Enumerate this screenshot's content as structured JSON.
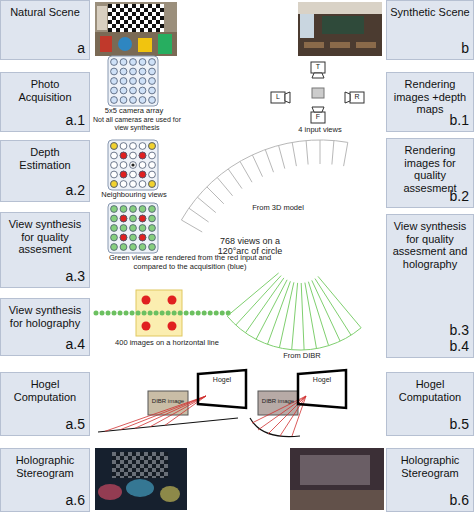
{
  "diagram": {
    "nodes": [
      {
        "text": [
          "Natural Scene",
          "a"
        ]
      },
      {
        "text": [
          "Synthetic Scene",
          "b"
        ]
      },
      {
        "text": [
          "Photo Acquisition",
          "a.1"
        ]
      },
      {
        "text": [
          "Rendering images +depth maps",
          "b.1"
        ]
      },
      {
        "text": [
          "Depth Estimation",
          "a.2"
        ]
      },
      {
        "text": [
          "Rendering images for quality assesment",
          "b.2"
        ]
      },
      {
        "text": [
          "View synthesis for quality assesment",
          "a.3"
        ]
      },
      {
        "text": [
          "View synthesis for quality assesment and holography",
          "b.3",
          "b.4"
        ]
      },
      {
        "text": [
          "View synthesis for holography",
          "a.4"
        ]
      },
      {
        "text": [
          "Hogel Computation",
          "a.5"
        ]
      },
      {
        "text": [
          "Hogel Computation",
          "b.5"
        ]
      },
      {
        "text": [
          "Holographic Stereogram",
          "a.6"
        ]
      },
      {
        "text": [
          "Holographic Stereogram",
          "b.6"
        ]
      }
    ],
    "labels": [
      "5x5 camera array",
      "Not all cameras are used for view synthesis",
      "Neighbouring views",
      "Green views are rendered from the red input and compared to the acquisition (blue)",
      "400 images on a horizontal line",
      "Hogel",
      "DIBR image",
      "4 input views",
      "T",
      "L",
      "R",
      "F",
      "From 3D model",
      "768 views on a 120°arc of circle",
      "From DIBR",
      "Hogel",
      "DIBR image"
    ]
  }
}
